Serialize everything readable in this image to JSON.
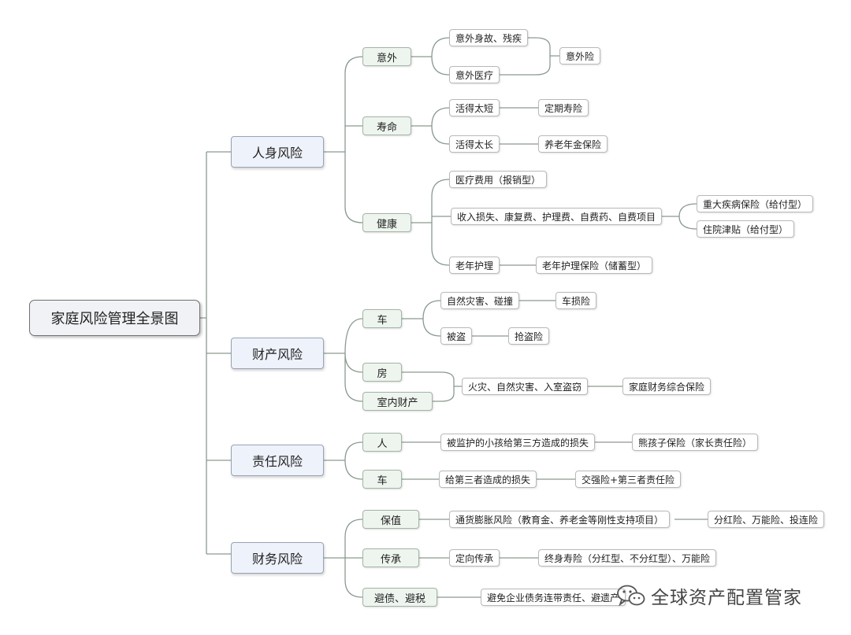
{
  "root": {
    "label": "家庭风险管理全景图"
  },
  "branches": {
    "personal": {
      "label": "人身风险",
      "accident": {
        "label": "意外",
        "death_disability": "意外身故、残疾",
        "medical": "意外医疗",
        "insurance": "意外险"
      },
      "life": {
        "label": "寿命",
        "too_short": "活得太短",
        "too_short_ins": "定期寿险",
        "too_long": "活得太长",
        "too_long_ins": "养老年金保险"
      },
      "health": {
        "label": "健康",
        "medical_cost": "医疗费用（报销型）",
        "income_loss": "收入损失、康复费、护理费、自费药、自费项目",
        "critical_illness": "重大疾病保险（给付型）",
        "hospital_allowance": "住院津贴（给付型）",
        "elderly_care": "老年护理",
        "elderly_care_ins": "老年护理保险（储蓄型）"
      }
    },
    "property": {
      "label": "财产风险",
      "car": {
        "label": "车",
        "disaster_collision": "自然灾害、碰撞",
        "damage_ins": "车损险",
        "theft": "被盗",
        "theft_ins": "抢盗险"
      },
      "house": {
        "label": "房"
      },
      "indoor": {
        "label": "室内财产"
      },
      "fire": "火灾、自然灾害、入室盗窃",
      "home_ins": "家庭财务综合保险"
    },
    "liability": {
      "label": "责任风险",
      "person": {
        "label": "人",
        "child_damage": "被监护的小孩给第三方造成的损失",
        "child_ins": "熊孩子保险（家长责任险）"
      },
      "car": {
        "label": "车",
        "third_party": "给第三者造成的损失",
        "third_party_ins": "交强险+第三者责任险"
      }
    },
    "financial": {
      "label": "财务风险",
      "preserve": {
        "label": "保值",
        "inflation": "通货膨胀风险（教育金、养老金等刚性支持项目）",
        "products": "分红险、万能险、投连险"
      },
      "inherit": {
        "label": "传承",
        "directed": "定向传承",
        "products": "终身寿险（分红型、不分红型）、万能险"
      },
      "avoid": {
        "label": "避债、避税",
        "detail": "避免企业债务连带责任、避遗产"
      }
    }
  },
  "watermark": {
    "text": "全球资产配置管家"
  },
  "colors": {
    "connector": "#8a9a8e",
    "root_fill": "#f1f2f5",
    "branch_fill": "#eef2fb",
    "sub_fill": "#eef5ef",
    "leaf_fill": "#ffffff"
  }
}
